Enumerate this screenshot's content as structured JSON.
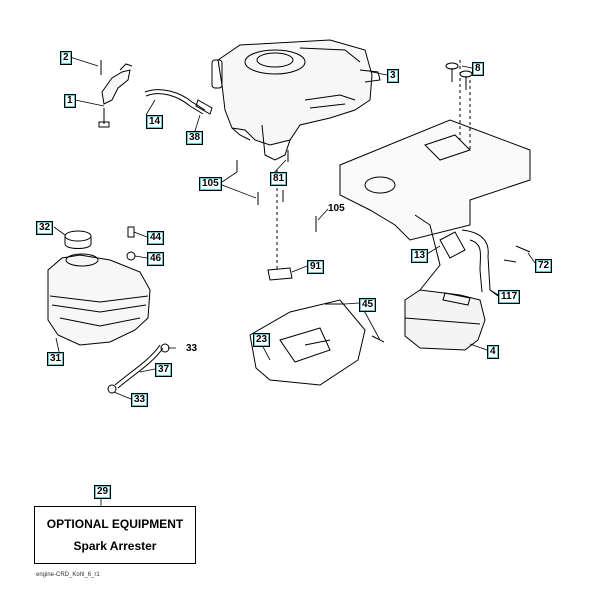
{
  "callouts": [
    {
      "id": "c2",
      "text": "2"
    },
    {
      "id": "c1",
      "text": "1"
    },
    {
      "id": "c14",
      "text": "14"
    },
    {
      "id": "c38",
      "text": "38"
    },
    {
      "id": "c3",
      "text": "3"
    },
    {
      "id": "c8",
      "text": "8"
    },
    {
      "id": "c105a",
      "text": "105"
    },
    {
      "id": "c81",
      "text": "81"
    },
    {
      "id": "c105b",
      "text": "105"
    },
    {
      "id": "c32",
      "text": "32"
    },
    {
      "id": "c44",
      "text": "44"
    },
    {
      "id": "c46",
      "text": "46"
    },
    {
      "id": "c91",
      "text": "91"
    },
    {
      "id": "c13",
      "text": "13"
    },
    {
      "id": "c72",
      "text": "72"
    },
    {
      "id": "c117",
      "text": "117"
    },
    {
      "id": "c45",
      "text": "45"
    },
    {
      "id": "c23",
      "text": "23"
    },
    {
      "id": "c4",
      "text": "4"
    },
    {
      "id": "c31",
      "text": "31"
    },
    {
      "id": "c33a",
      "text": "33"
    },
    {
      "id": "c37",
      "text": "37"
    },
    {
      "id": "c33b",
      "text": "33"
    },
    {
      "id": "c29",
      "text": "29"
    }
  ],
  "optional_box": {
    "title": "OPTIONAL EQUIPMENT",
    "subtitle": "Spark Arrester"
  },
  "reference_code": "engine-CRD_Kohl_6_r1",
  "colors": {
    "line": "#000000",
    "callout_border": "#5fc6cf"
  }
}
